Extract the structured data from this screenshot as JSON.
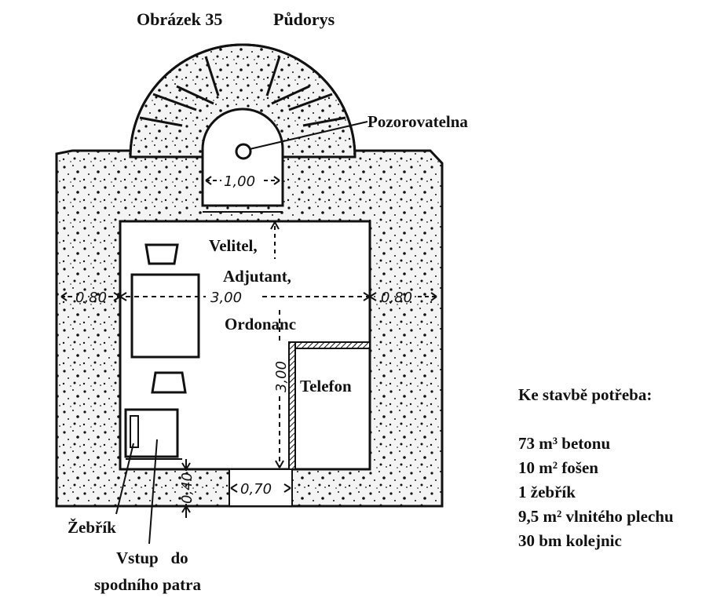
{
  "title": {
    "figure": "Obrázek 35",
    "name": "Půdorys"
  },
  "labels": {
    "observation": "Pozorovatelna",
    "occupants": [
      "Velitel,",
      "Adjutant,",
      "Ordonanc"
    ],
    "phone": "Telefon",
    "ladder": "Žebřík",
    "entry": [
      "Vstup   do",
      "spodního patra"
    ]
  },
  "dimensions": {
    "opening": "1,00",
    "wall_left": "0,80",
    "room_width": "3,00",
    "wall_right": "0,80",
    "room_depth": "3,00",
    "floor": "0,40",
    "door": "0,70"
  },
  "requirements": {
    "heading": "Ke stavbě potřeba:",
    "items": [
      "73 m³ betonu",
      "10 m² fošen",
      "1 žebřík",
      "9,5 m² vlnitého plechu",
      "30 bm kolejnic"
    ]
  },
  "colors": {
    "ink": "#111111",
    "paper": "#ffffff",
    "concrete": "#f2f2f2"
  }
}
